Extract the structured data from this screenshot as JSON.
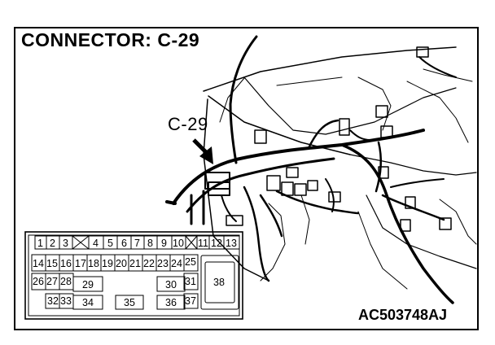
{
  "title": "CONNECTOR: C-29",
  "callout_label": "C-29",
  "figure_code": "AC503748AJ",
  "pins": {
    "p1": "1",
    "p2": "2",
    "p3": "3",
    "p4": "4",
    "p5": "5",
    "p6": "6",
    "p7": "7",
    "p8": "8",
    "p9": "9",
    "p10": "10",
    "p11": "11",
    "p12": "12",
    "p13": "13",
    "p14": "14",
    "p15": "15",
    "p16": "16",
    "p17": "17",
    "p18": "18",
    "p19": "19",
    "p20": "20",
    "p21": "21",
    "p22": "22",
    "p23": "23",
    "p24": "24",
    "p25": "25",
    "p26": "26",
    "p27": "27",
    "p28": "28",
    "p29": "29",
    "p30": "30",
    "p31": "31",
    "p32": "32",
    "p33": "33",
    "p34": "34",
    "p35": "35",
    "p36": "36",
    "p37": "37",
    "p38": "38"
  }
}
